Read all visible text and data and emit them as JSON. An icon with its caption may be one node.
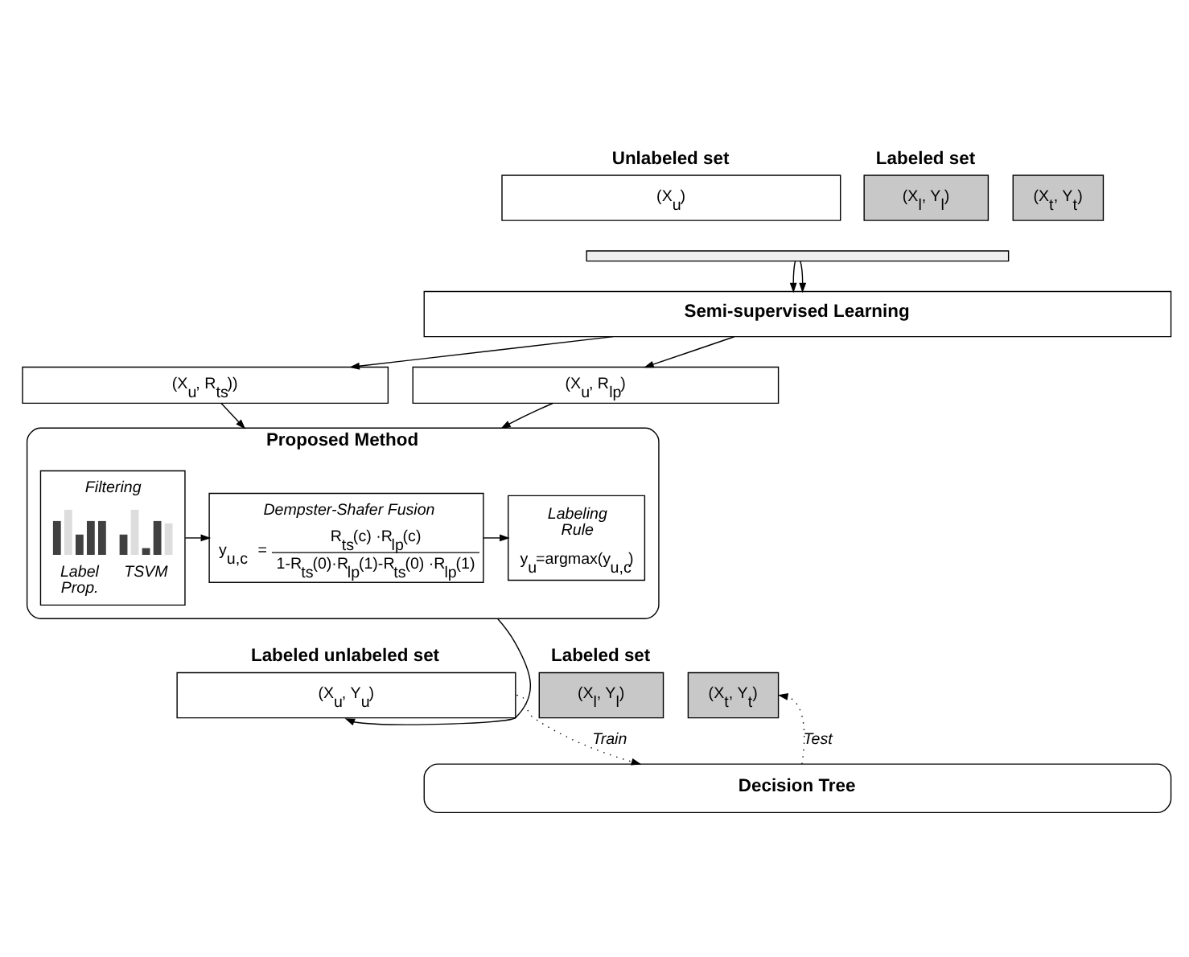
{
  "diagram": {
    "nodes": [
      {
        "text": [
          "Unlabeled set",
          "(X$_{u}$)"
        ]
      },
      {
        "text": [
          "Labeled set",
          "(X$_{l}$, Y$_{l}$)"
        ]
      },
      {
        "text": [
          "(X$_{t}$, Y$_{t}$)"
        ]
      },
      {
        "text": [],
        "shape": "bar"
      },
      {
        "text": [
          "Semi-supervised Learning"
        ]
      },
      {
        "text": [
          "(X$_{u}$, R$_{ts}$))"
        ]
      },
      {
        "text": [
          "(X$_{u}$, R$_{lp}$)"
        ]
      },
      {
        "text": [
          "Proposed Method"
        ]
      },
      {
        "text": [
          "Filtering",
          "Label Prop.",
          "TSVM"
        ],
        "in": 7
      },
      {
        "text": [
          "Dempster-Shafer Fusion",
          "y$_{u,c}$ =",
          "R$_{ts}$(c) ·R$_{lp}$(c)",
          "1-R$_{ts}$(0)·R$_{lp}$(1)-R$_{ts}$(0) ·R$_{lp}$(1)"
        ],
        "in": 7
      },
      {
        "text": [
          "Labeling Rule",
          "y$_{u}$=argmax(y$_{u,c}$)"
        ],
        "in": 7
      },
      {
        "text": [
          "Labeled unlabeled set",
          "(X$_{u}$, Y$_{u}$)"
        ]
      },
      {
        "text": [
          "Labeled set",
          "(X$_{l}$, Y$_{l}$)"
        ]
      },
      {
        "text": [
          "(X$_{t}$, Y$_{t}$)"
        ]
      },
      {
        "text": [
          "Decision Tree"
        ]
      }
    ],
    "edges": [
      {
        "from": 3,
        "to": 4,
        "arrow": "to"
      },
      {
        "from": 3,
        "to": 4,
        "arrow": "to"
      },
      {
        "from": 4,
        "to": 5,
        "arrow": "to"
      },
      {
        "from": 4,
        "to": 6,
        "arrow": "to"
      },
      {
        "from": 5,
        "to": 7,
        "arrow": "to"
      },
      {
        "from": 6,
        "to": 7,
        "arrow": "to"
      },
      {
        "from": 8,
        "to": 9,
        "arrow": "to"
      },
      {
        "from": 9,
        "to": 10,
        "arrow": "to"
      },
      {
        "from": 7,
        "to": 11,
        "arrow": "to"
      },
      {
        "from": 11,
        "to": 14,
        "arrow": "to",
        "label": "Train",
        "style": "dashed"
      },
      {
        "from": 14,
        "to": 13,
        "arrow": "to",
        "label": "Test",
        "style": "dashed"
      }
    ]
  }
}
